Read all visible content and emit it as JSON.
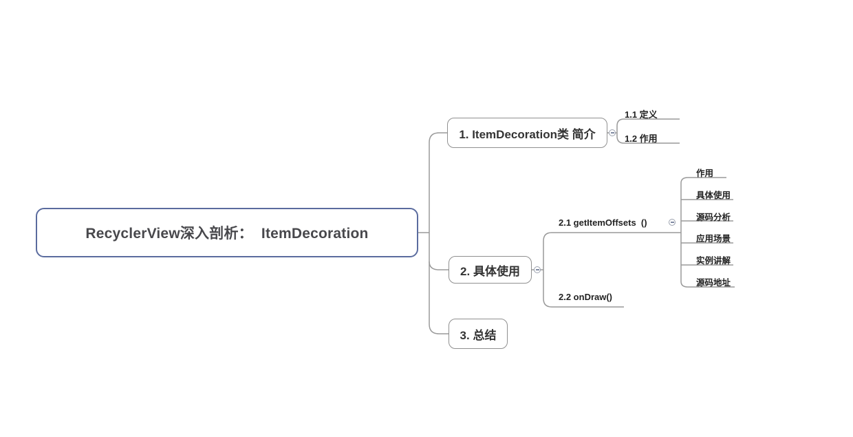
{
  "mindmap": {
    "root": {
      "label": "RecyclerView深入剖析：  ItemDecoration"
    },
    "branches": [
      {
        "label": "1. ItemDecoration类 简介",
        "collapse_toggle": "minus",
        "children": [
          {
            "label": "1.1 定义"
          },
          {
            "label": "1.2 作用"
          }
        ]
      },
      {
        "label": "2. 具体使用",
        "collapse_toggle": "minus",
        "children": [
          {
            "label": "2.1 getItemOffsets  ()",
            "collapse_toggle": "minus",
            "children": [
              {
                "label": "作用"
              },
              {
                "label": "具体使用"
              },
              {
                "label": "源码分析"
              },
              {
                "label": "应用场景"
              },
              {
                "label": "实例讲解"
              },
              {
                "label": "源码地址"
              }
            ]
          },
          {
            "label": "2.2 onDraw()"
          }
        ]
      },
      {
        "label": "3. 总结"
      }
    ],
    "colors": {
      "canvas_bg": "#ffffff",
      "root_border": "#5a6b9e",
      "root_text": "#48484c",
      "branch_border": "#8f8f8f",
      "branch_text": "#333333",
      "line_text": "#222222",
      "line": "#999999"
    }
  }
}
